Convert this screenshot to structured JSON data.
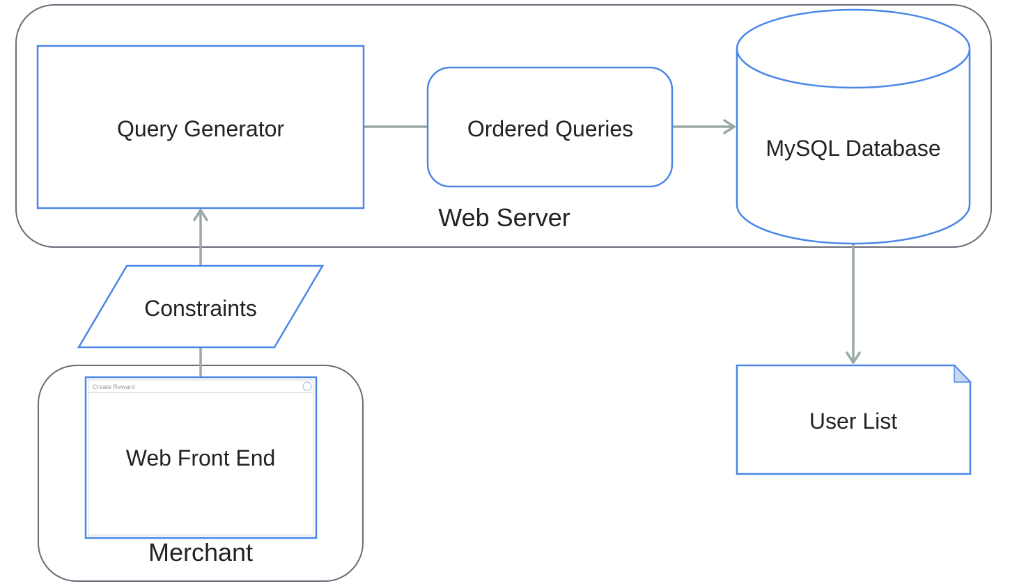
{
  "colors": {
    "node_stroke": "#4a86e8",
    "group_stroke": "#6b6b78",
    "connector": "#9aa8a6",
    "text": "#222222",
    "fold": "#c9d6f0"
  },
  "groups": {
    "web_server": {
      "label": "Web Server"
    },
    "merchant": {
      "label": "Merchant"
    }
  },
  "nodes": {
    "query_generator": {
      "label": "Query Generator",
      "shape": "rectangle"
    },
    "ordered_queries": {
      "label": "Ordered Queries",
      "shape": "rounded-rectangle"
    },
    "mysql_database": {
      "label": "MySQL Database",
      "shape": "cylinder"
    },
    "constraints": {
      "label": "Constraints",
      "shape": "parallelogram"
    },
    "web_front_end": {
      "label": "Web Front End",
      "shape": "window-mockup",
      "window_title": "Create Reward"
    },
    "user_list": {
      "label": "User List",
      "shape": "document"
    }
  },
  "edges": [
    {
      "from": "query_generator",
      "to": "ordered_queries",
      "arrow": false
    },
    {
      "from": "ordered_queries",
      "to": "mysql_database",
      "arrow": true
    },
    {
      "from": "web_front_end",
      "to": "constraints",
      "arrow": false
    },
    {
      "from": "constraints",
      "to": "query_generator",
      "arrow": true
    },
    {
      "from": "mysql_database",
      "to": "user_list",
      "arrow": true
    }
  ]
}
